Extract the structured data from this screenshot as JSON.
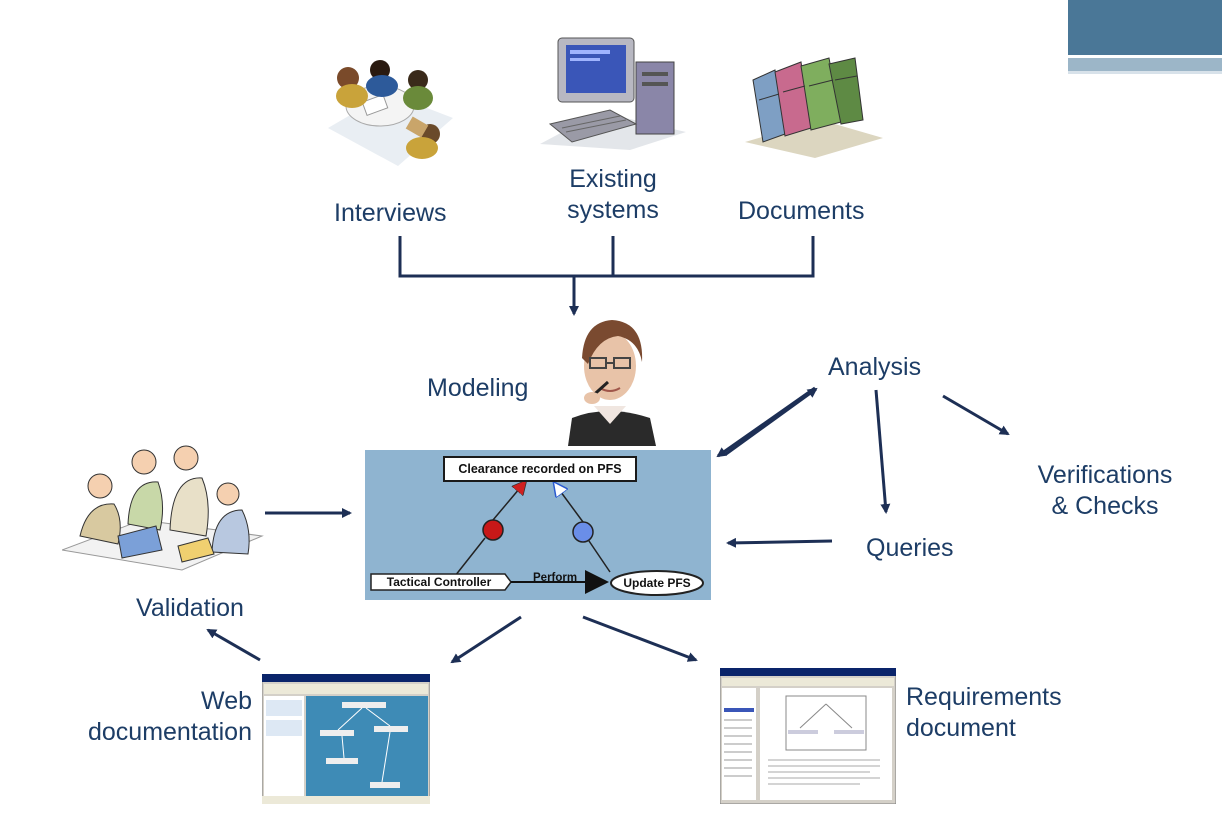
{
  "sources": {
    "interviews": "Interviews",
    "existing_line1": "Existing",
    "existing_line2": "systems",
    "documents": "Documents"
  },
  "modeling": "Modeling",
  "analysis": "Analysis",
  "verifications_line1": "Verifications",
  "verifications_line2": "& Checks",
  "queries": "Queries",
  "validation": "Validation",
  "web_doc_line1": "Web",
  "web_doc_line2": "documentation",
  "req_doc_line1": "Requirements",
  "req_doc_line2": "document",
  "model_diagram": {
    "goal": "Clearance recorded on PFS",
    "agent": "Tactical Controller",
    "relation": "Perform",
    "operation": "Update PFS"
  },
  "colors": {
    "label": "#1d3d66",
    "arrow": "#1d2f55",
    "accent_bar": "#4a7797"
  }
}
